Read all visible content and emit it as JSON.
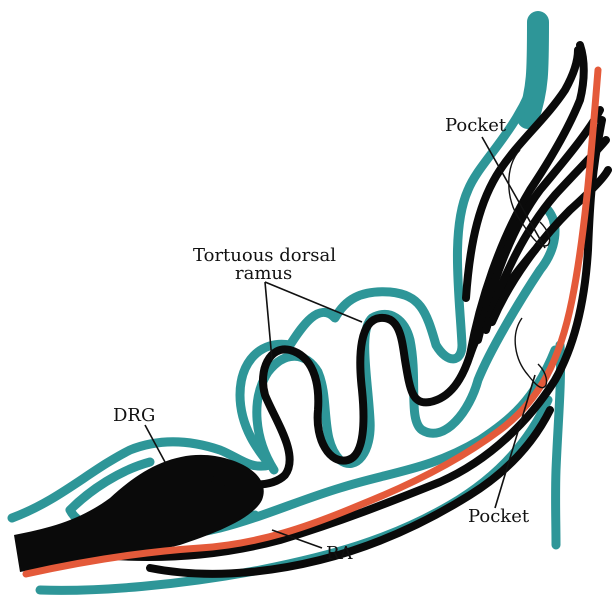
{
  "labels": {
    "pocket_top": "Pocket",
    "tortuous_line1": "Tortuous dorsal",
    "tortuous_line2": "ramus",
    "drg": "DRG",
    "pocket_bottom": "Pocket",
    "ra": "RA"
  },
  "colors": {
    "membrane": "#2e9698",
    "nerve": "#0a0a0a",
    "artery": "#e45a3a"
  }
}
